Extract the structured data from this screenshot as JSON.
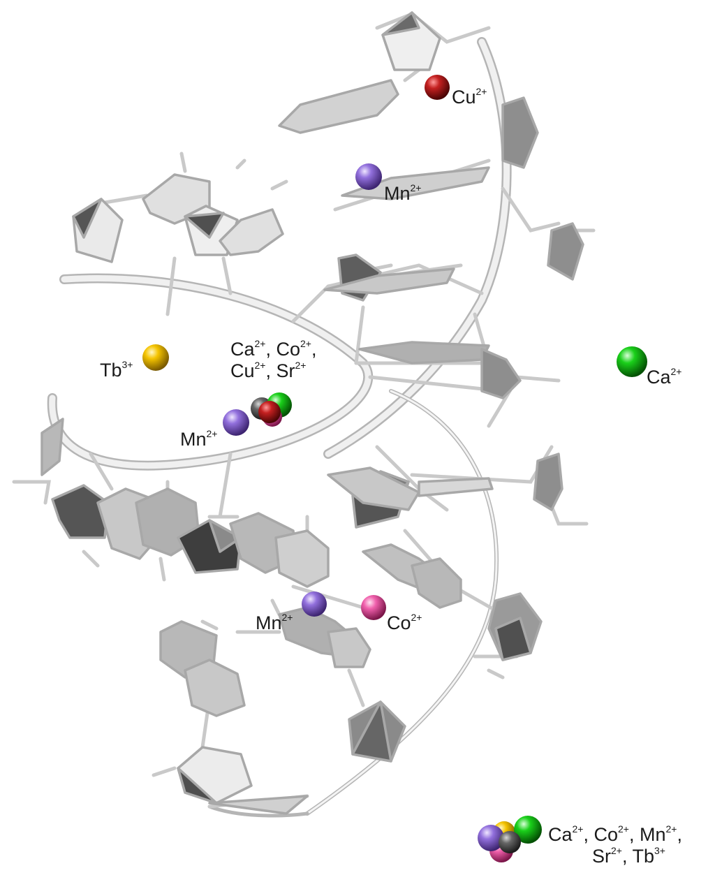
{
  "colors": {
    "background": "#ffffff",
    "backbone": "#f0f0f0",
    "backbone_edge": "#b5b5b5",
    "ring_light": "#e4e4e4",
    "ring_mid": "#b4b4b4",
    "ring_dark": "#6e6e6e",
    "ring_darkest": "#454545",
    "cu": "#b01818",
    "mn": "#8a63d2",
    "ca": "#16c316",
    "tb": "#f2c200",
    "co": "#ee5aa5",
    "sr": "#5a5a5a"
  },
  "ions": {
    "cu_top": {
      "element": "Cu",
      "charge": "2+",
      "color_key": "cu"
    },
    "mn_upper": {
      "element": "Mn",
      "charge": "2+",
      "color_key": "mn"
    },
    "tb_left": {
      "element": "Tb",
      "charge": "3+",
      "color_key": "tb"
    },
    "ca_right": {
      "element": "Ca",
      "charge": "2+",
      "color_key": "ca"
    },
    "mn_middle": {
      "element": "Mn",
      "charge": "2+",
      "color_key": "mn"
    },
    "mn_lower": {
      "element": "Mn",
      "charge": "2+",
      "color_key": "mn"
    },
    "co_lower": {
      "element": "Co",
      "charge": "2+",
      "color_key": "co"
    }
  },
  "cluster_center": {
    "line1": [
      {
        "el": "Ca",
        "ch": "2+",
        "sep": ", "
      },
      {
        "el": "Co",
        "ch": "2+",
        "sep": ","
      }
    ],
    "line2": [
      {
        "el": "Cu",
        "ch": "2+",
        "sep": ", "
      },
      {
        "el": "Sr",
        "ch": "2+",
        "sep": ""
      }
    ]
  },
  "cluster_bottom": {
    "line1": [
      {
        "el": "Ca",
        "ch": "2+",
        "sep": ", "
      },
      {
        "el": "Co",
        "ch": "2+",
        "sep": ", "
      },
      {
        "el": "Mn",
        "ch": "2+",
        "sep": ","
      }
    ],
    "line2": [
      {
        "el": "Sr",
        "ch": "2+",
        "sep": ", "
      },
      {
        "el": "Tb",
        "ch": "3+",
        "sep": ""
      }
    ]
  }
}
